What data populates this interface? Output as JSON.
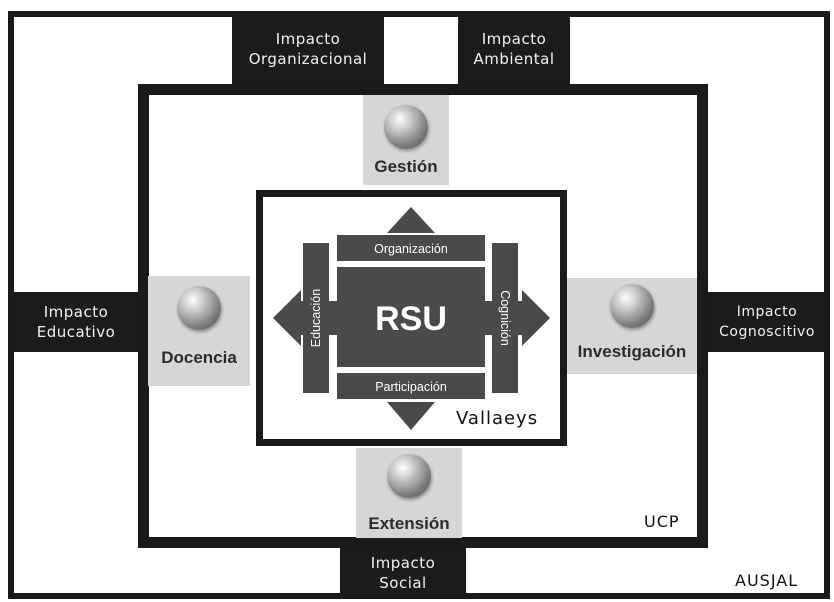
{
  "impacts": {
    "organizacional": [
      "Impacto",
      "Organizacional"
    ],
    "ambiental": [
      "Impacto",
      "Ambiental"
    ],
    "educativo": [
      "Impacto",
      "Educativo"
    ],
    "cognoscitivo": [
      "Impacto",
      "Cognoscitivo"
    ],
    "social": [
      "Impacto",
      "Social"
    ]
  },
  "pillars": {
    "gestion": "Gestión",
    "docencia": "Docencia",
    "investigacion": "Investigación",
    "extension": "Extensión"
  },
  "center": {
    "title": "RSU",
    "top": "Organización",
    "bottom": "Participación",
    "left": "Educación",
    "right": "Cognición"
  },
  "frames": {
    "inner": "Vallaeys",
    "middle": "UCP",
    "outer": "AUSJAL"
  },
  "colors": {
    "dark": "#1a1a1a",
    "arrow": "#4a4a4a",
    "pillar_bg": "#d6d6d6"
  }
}
